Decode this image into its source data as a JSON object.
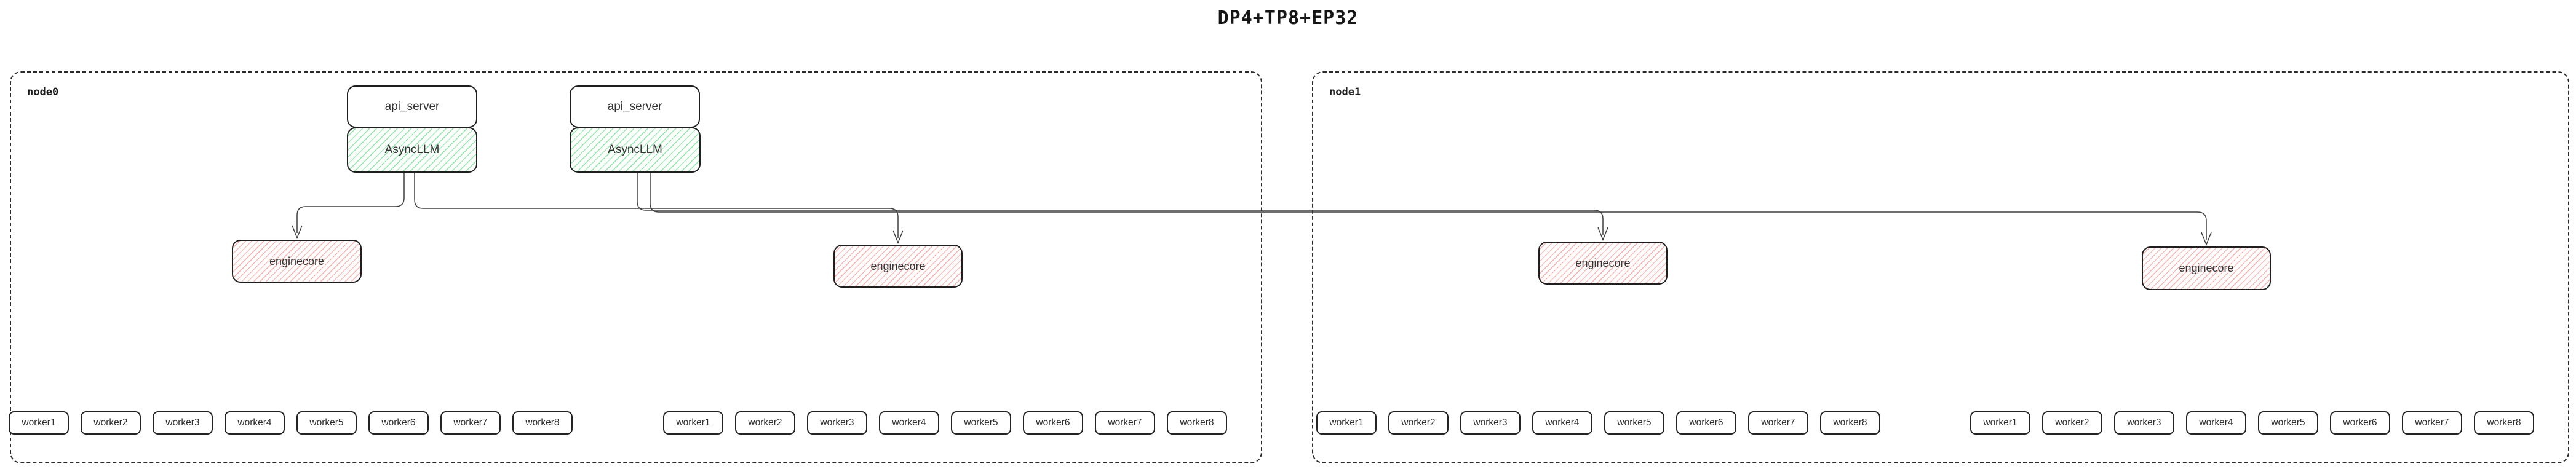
{
  "title": "DP4+TP8+EP32",
  "colors": {
    "box_border": "#1f1f1f",
    "edge_line": "#3f3f3f",
    "asyncllm_hatch": "#8ce6a8",
    "enginecore_hatch": "#f6b0a9",
    "text": "#2a2a2a"
  },
  "containers": [
    {
      "id": "node0",
      "label": "node0"
    },
    {
      "id": "node1",
      "label": "node1"
    }
  ],
  "frontends": [
    {
      "api_server": "api_server",
      "asyncllm": "AsyncLLM"
    },
    {
      "api_server": "api_server",
      "asyncllm": "AsyncLLM"
    }
  ],
  "enginecores": [
    {
      "label": "enginecore",
      "node": "node0"
    },
    {
      "label": "enginecore",
      "node": "node0"
    },
    {
      "label": "enginecore",
      "node": "node1"
    },
    {
      "label": "enginecore",
      "node": "node1"
    }
  ],
  "worker_groups": [
    {
      "node": "node0",
      "workers": [
        "worker1",
        "worker2",
        "worker3",
        "worker4",
        "worker5",
        "worker6",
        "worker7",
        "worker8"
      ]
    },
    {
      "node": "node0",
      "workers": [
        "worker1",
        "worker2",
        "worker3",
        "worker4",
        "worker5",
        "worker6",
        "worker7",
        "worker8"
      ]
    },
    {
      "node": "node1",
      "workers": [
        "worker1",
        "worker2",
        "worker3",
        "worker4",
        "worker5",
        "worker6",
        "worker7",
        "worker8"
      ]
    },
    {
      "node": "node1",
      "workers": [
        "worker1",
        "worker2",
        "worker3",
        "worker4",
        "worker5",
        "worker6",
        "worker7",
        "worker8"
      ]
    }
  ],
  "edges": [
    {
      "from": "AsyncLLM-1",
      "to": "enginecore-1"
    },
    {
      "from": "AsyncLLM-1",
      "to": "enginecore-2"
    },
    {
      "from": "AsyncLLM-2",
      "to": "enginecore-3"
    },
    {
      "from": "AsyncLLM-2",
      "to": "enginecore-4"
    }
  ]
}
